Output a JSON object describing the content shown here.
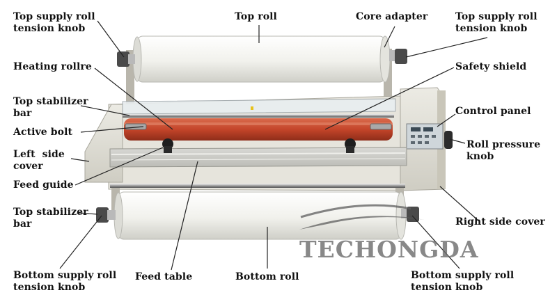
{
  "labels": {
    "top_supply_left": [
      "Top supply roll",
      "tension knob"
    ],
    "top_roll": "Top roll",
    "core_adapter": "Core adapter",
    "top_supply_right": [
      "Top supply roll",
      "tension knob"
    ],
    "heating_roller": "Heating rollre",
    "safety_shield": "Safety shield",
    "top_stabilizer_upper": [
      "Top stabilizer",
      "bar"
    ],
    "control_panel": "Control panel",
    "active_bolt": "Active bolt",
    "roll_pressure_knob": [
      "Roll pressure",
      "knob"
    ],
    "left_side_cover": [
      "Left  side",
      "cover"
    ],
    "feed_guide": "Feed guide",
    "top_stabilizer_lower": [
      "Top stabilizer",
      "bar"
    ],
    "right_side_cover": "Right side cover",
    "bottom_supply_left": [
      "Bottom supply roll",
      "tension knob"
    ],
    "feed_table": "Feed table",
    "bottom_roll": "Bottom roll",
    "bottom_supply_right": [
      "Bottom supply roll",
      "tension knob"
    ]
  },
  "watermark": "TECHONGDA",
  "colors": {
    "label_text": "#111111",
    "leader_line": "#222222",
    "heating_roller": "#c8482b",
    "machine_body": "#e3e1d9",
    "roll_paper": "#f2f2ee",
    "watermark": "#6b6b6b"
  }
}
